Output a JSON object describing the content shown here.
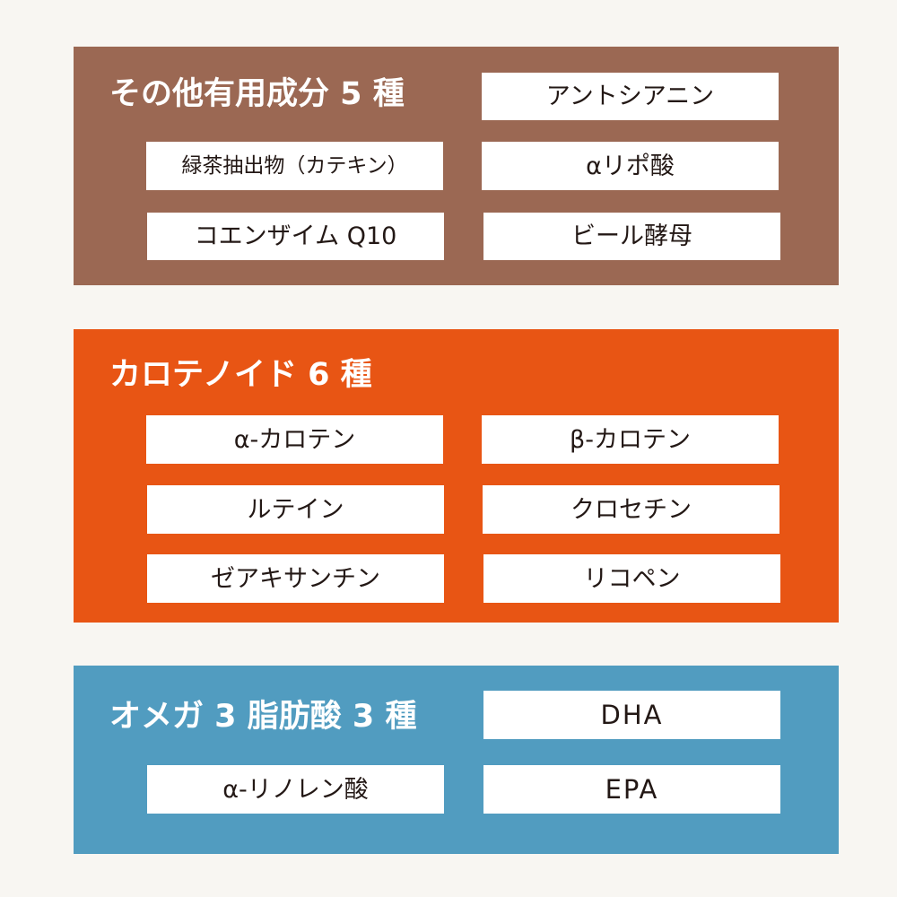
{
  "sections": [
    {
      "title": "その他有用成分 5 種",
      "color": "#9b6853",
      "items": [
        "アントシアニン",
        "緑茶抽出物（カテキン）",
        "αリポ酸",
        "コエンザイム Q10",
        "ビール酵母"
      ]
    },
    {
      "title": "カロテノイド 6 種",
      "color": "#e85514",
      "items": [
        "α-カロテン",
        "β-カロテン",
        "ルテイン",
        "クロセチン",
        "ゼアキサンチン",
        "リコペン"
      ]
    },
    {
      "title": "オメガ 3 脂肪酸 3 種",
      "color": "#519cc0",
      "items": [
        "DHA",
        "α-リノレン酸",
        "EPA"
      ]
    }
  ]
}
